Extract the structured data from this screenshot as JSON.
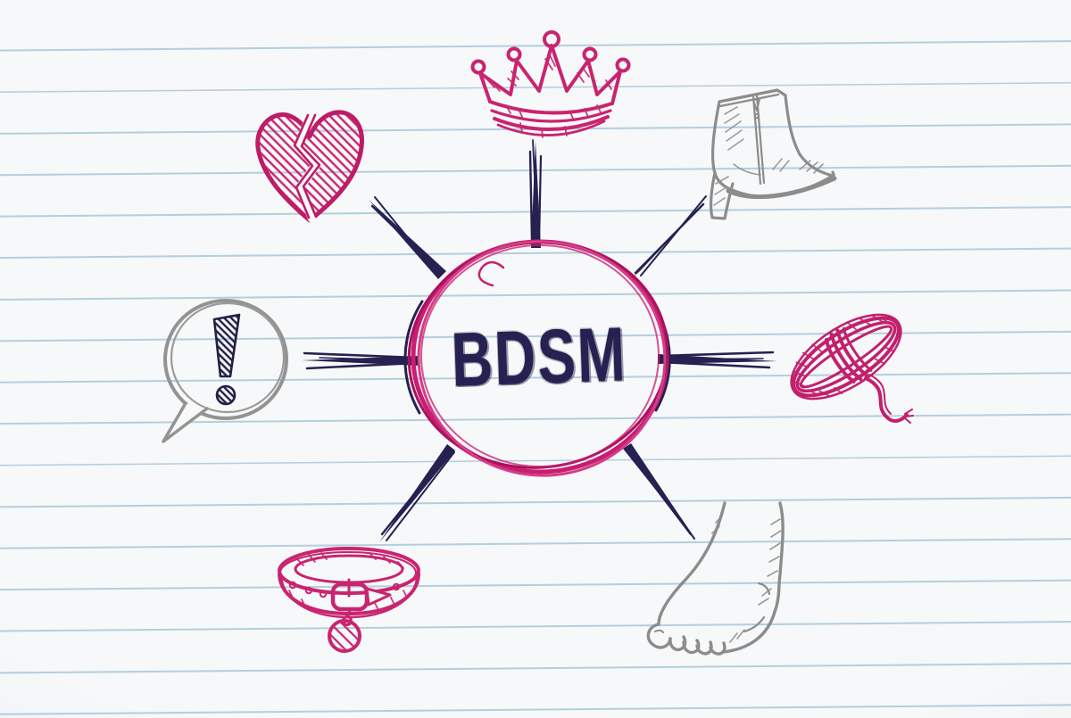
{
  "scene": {
    "type": "hand-drawn mind map doodle on lined notebook paper",
    "center_label": "BDSM",
    "spoke_count": 7,
    "colors": {
      "pink_marker": "#c92572",
      "deep_pink": "#a8125c",
      "navy_ink": "#262150",
      "gray_pencil": "#8c8c8c",
      "paper": "#f7f8f9",
      "rule_line": "#7cadc8"
    },
    "nodes": [
      {
        "icon": "crown-icon",
        "position": "top",
        "color": "pink"
      },
      {
        "icon": "broken-heart-icon",
        "position": "top-left",
        "color": "pink"
      },
      {
        "icon": "high-heel-boot-icon",
        "position": "top-right",
        "color": "gray"
      },
      {
        "icon": "speech-bubble-exclamation-icon",
        "position": "left",
        "color": "gray"
      },
      {
        "icon": "rope-icon",
        "position": "right",
        "color": "pink"
      },
      {
        "icon": "collar-icon",
        "position": "bottom-left",
        "color": "pink"
      },
      {
        "icon": "bare-foot-icon",
        "position": "bottom-right",
        "color": "gray"
      }
    ]
  }
}
